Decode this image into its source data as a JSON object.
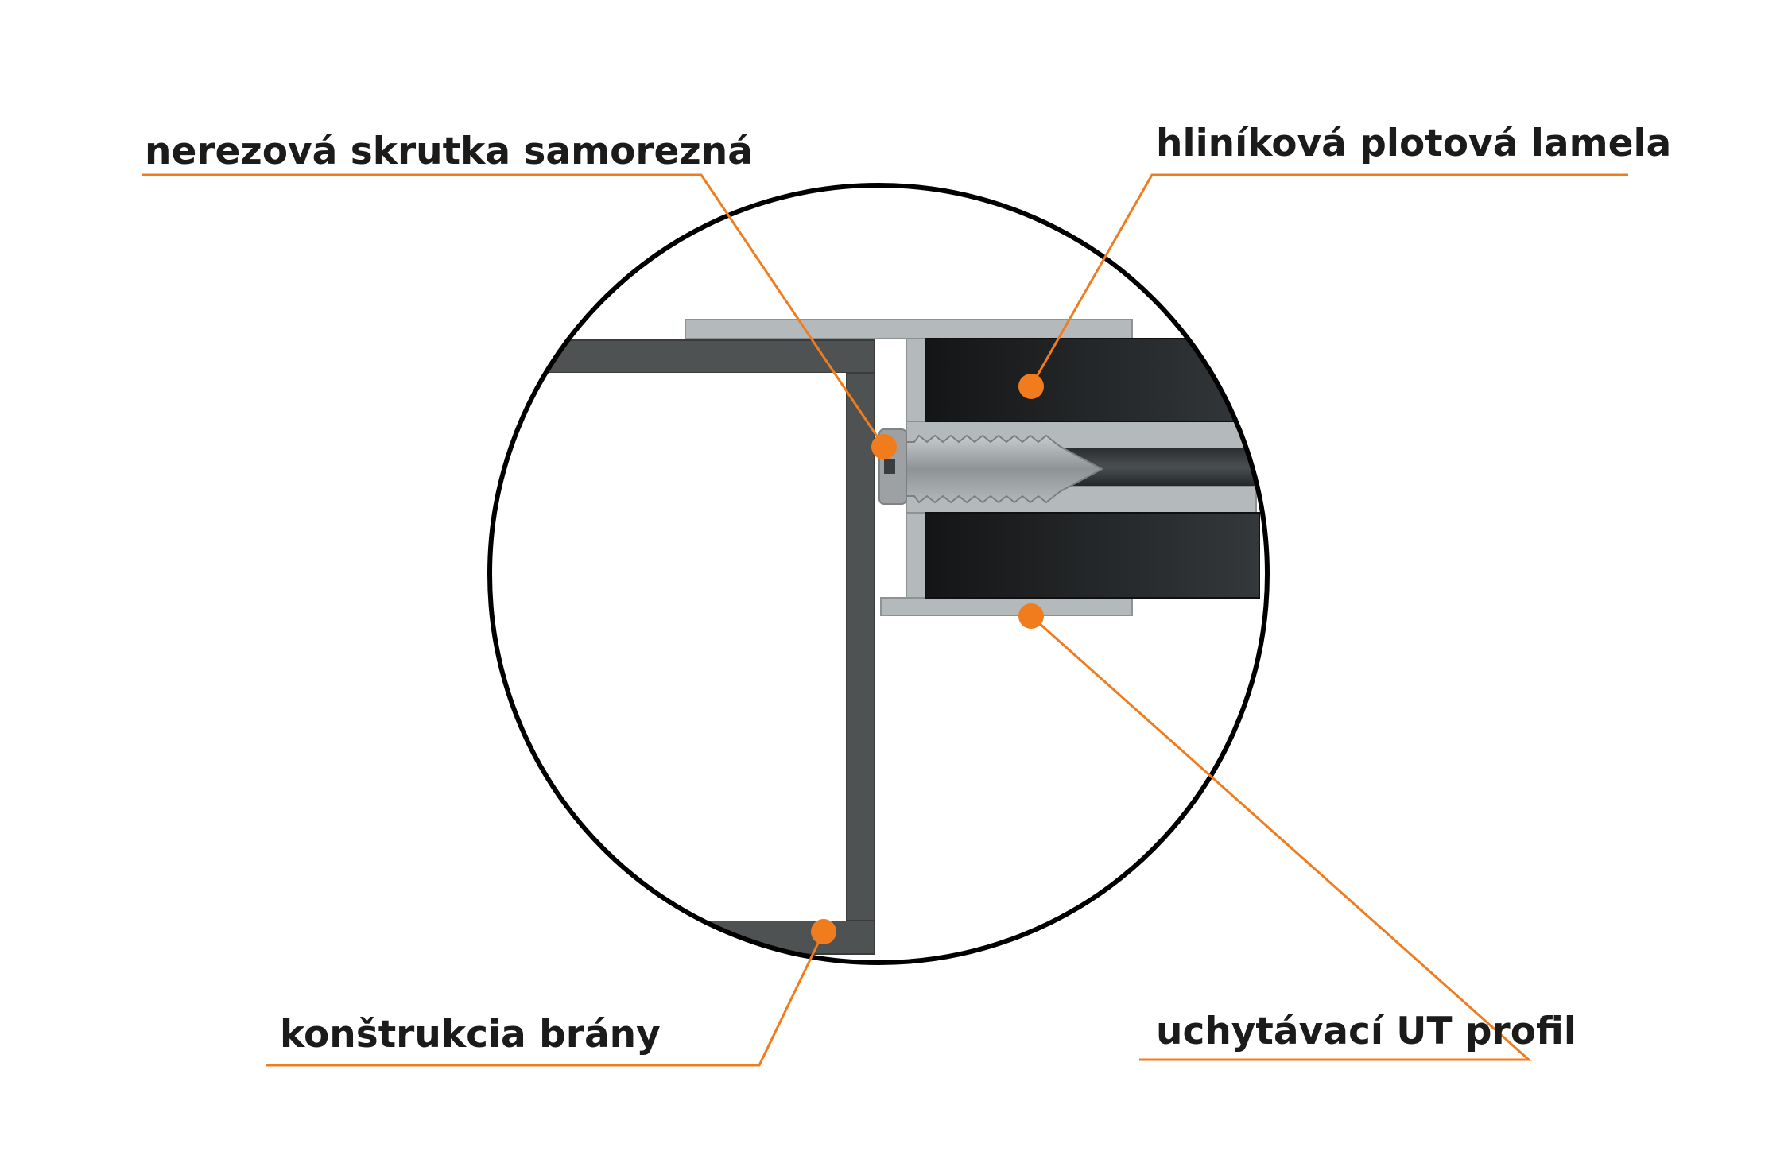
{
  "labels": {
    "screw": "nerezová skrutka samorezná",
    "slat": "hliníková plotová lamela",
    "gate_frame": "konštrukcia brány",
    "ut_profile": "uchytávací UT profil"
  },
  "colors": {
    "accent": "#f07c1e",
    "text": "#1b1b1b",
    "outline": "#000000",
    "frame": "#4f5252",
    "slat": "#1e1f20",
    "profile": "#b4b9bc",
    "screw": "#9a9fa2"
  }
}
